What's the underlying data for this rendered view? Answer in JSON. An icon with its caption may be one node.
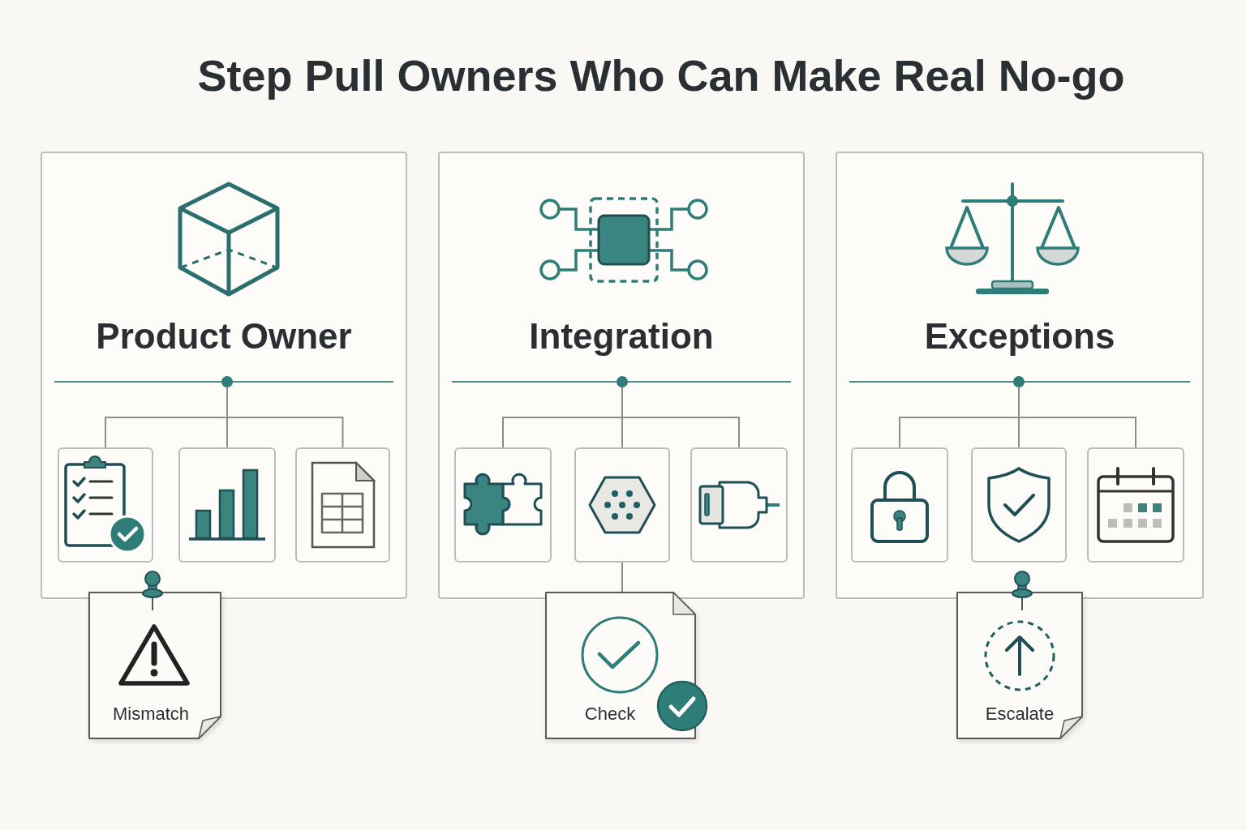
{
  "diagram": {
    "title": "Step Pull Owners Who Can Make Real No-go",
    "nodes": [
      {
        "text": [
          "Product Owner"
        ]
      },
      {
        "text": [],
        "shape": "circle",
        "in": 0
      },
      {
        "text": [],
        "shape": "box",
        "in": 0
      },
      {
        "text": [],
        "shape": "box",
        "in": 0
      },
      {
        "text": [],
        "shape": "box",
        "in": 0
      },
      {
        "text": [
          "Mismatch"
        ]
      },
      {
        "text": [
          "Integration"
        ]
      },
      {
        "text": [],
        "shape": "circle",
        "in": 6
      },
      {
        "text": [],
        "shape": "box",
        "in": 6
      },
      {
        "text": [],
        "shape": "box",
        "in": 6
      },
      {
        "text": [],
        "shape": "box",
        "in": 6
      },
      {
        "text": [
          "Check"
        ]
      },
      {
        "text": [
          "Exceptions"
        ]
      },
      {
        "text": [],
        "shape": "circle",
        "in": 12
      },
      {
        "text": [],
        "shape": "box",
        "in": 12
      },
      {
        "text": [],
        "shape": "box",
        "in": 12
      },
      {
        "text": [],
        "shape": "box",
        "in": 12
      },
      {
        "text": [
          "Escalate"
        ]
      }
    ],
    "edges": [
      {
        "from": 1,
        "to": 2,
        "arrow": "none"
      },
      {
        "from": 1,
        "to": 3,
        "arrow": "none"
      },
      {
        "from": 1,
        "to": 4,
        "arrow": "none"
      },
      {
        "from": 7,
        "to": 8,
        "arrow": "none"
      },
      {
        "from": 7,
        "to": 9,
        "arrow": "none"
      },
      {
        "from": 7,
        "to": 10,
        "arrow": "none"
      },
      {
        "from": 9,
        "to": 11,
        "arrow": "none"
      },
      {
        "from": 13,
        "to": 14,
        "arrow": "none"
      },
      {
        "from": 13,
        "to": 15,
        "arrow": "none"
      },
      {
        "from": 13,
        "to": 16,
        "arrow": "none"
      }
    ]
  }
}
